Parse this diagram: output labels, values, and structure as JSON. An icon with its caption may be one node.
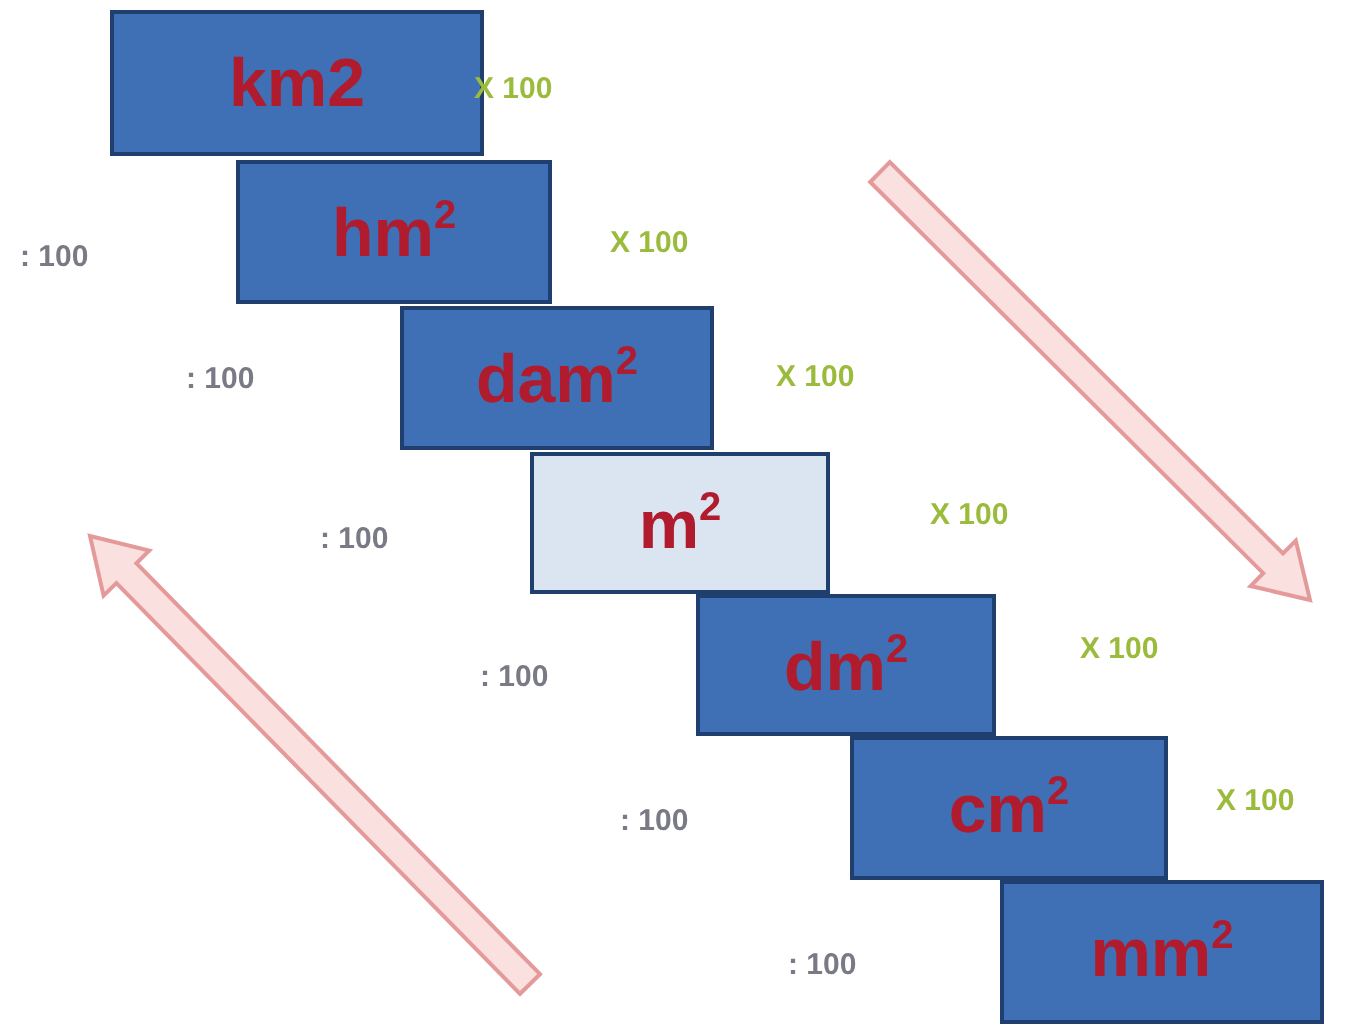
{
  "diagram": {
    "nodes": [
      {
        "text": [
          "km2"
        ]
      },
      {
        "text": [
          "hm$^{2}$"
        ]
      },
      {
        "text": [
          "dam$^{2}$"
        ]
      },
      {
        "text": [
          "m$^{2}$"
        ]
      },
      {
        "text": [
          "dm$^{2}$"
        ]
      },
      {
        "text": [
          "cm$^{2}$"
        ]
      },
      {
        "text": [
          "mm$^{2}$"
        ]
      }
    ],
    "labels": [
      "X 100",
      ": 100",
      "X 100",
      ": 100",
      "X 100",
      ": 100",
      "X 100",
      ": 100",
      "X 100",
      ": 100",
      "X 100",
      ": 100"
    ]
  }
}
